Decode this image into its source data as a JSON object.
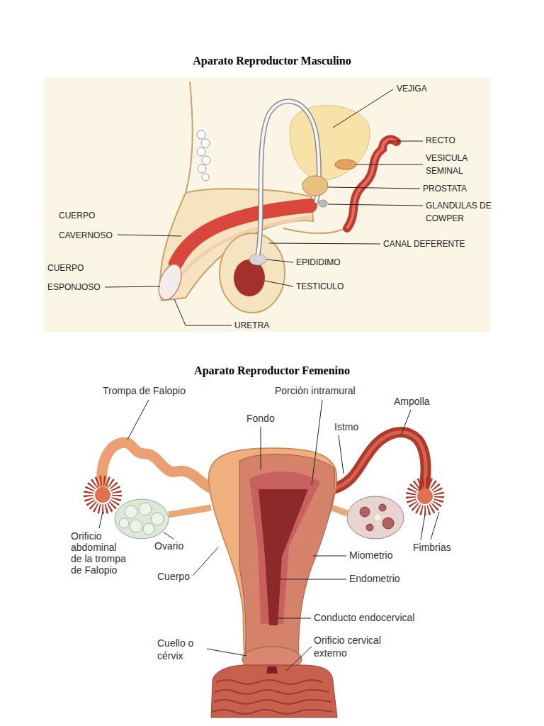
{
  "diagram": {
    "labels": [
      "Aparato Reproductor Masculino",
      "VEJIGA",
      "RECTO",
      "VESICULA SEMINAL",
      "PROSTATA",
      "GLANDULAS DE COWPER",
      "CUERPO CAVERNOSO",
      "CANAL DEFERENTE",
      "CUERPO ESPONJOSO",
      "EPIDIDIMO",
      "TESTICULO",
      "URETRA",
      "Aparato Reproductor Femenino",
      "Trompa de Falopio",
      "Porción intramural",
      "Fondo",
      "Istmo",
      "Ampolla",
      "Orificio abdominal de la trompa de Falopio",
      "Ovario",
      "Fimbrias",
      "Miometrio",
      "Cuerpo",
      "Endometrio",
      "Conducto endocervical",
      "Cuello o cérvix",
      "Orificio cervical externo"
    ]
  }
}
